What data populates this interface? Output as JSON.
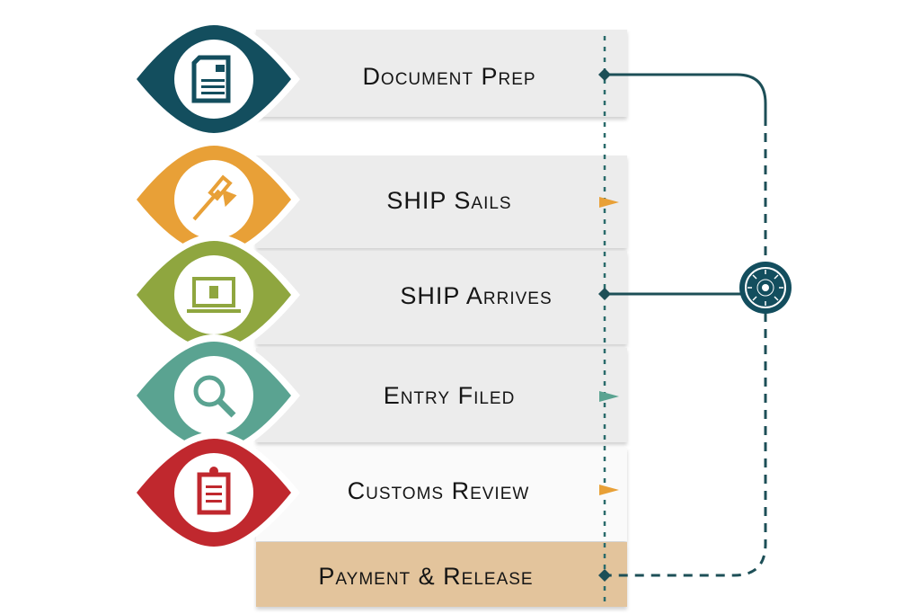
{
  "steps": [
    {
      "label": "Document Prep",
      "icon": "document-icon",
      "color": "#134e5e",
      "marker": "diamond"
    },
    {
      "label": "SHIP Sails",
      "icon": "hammer-icon",
      "color": "#e8a037",
      "marker": "triangle"
    },
    {
      "label": "SHIP Arrives",
      "icon": "laptop-icon",
      "color": "#8fa63f",
      "marker": "diamond"
    },
    {
      "label": "Entry Filed",
      "icon": "magnifier-icon",
      "color": "#5aa391",
      "marker": "triangle"
    },
    {
      "label": "Customs Review",
      "icon": "clipboard-icon",
      "color": "#c0282e",
      "marker": "triangle"
    },
    {
      "label": "Payment & Release",
      "icon": "none",
      "color": "#e3c49c",
      "marker": "diamond"
    }
  ],
  "colors": {
    "connector": "#1d4f57",
    "hub": "#134e5e"
  }
}
